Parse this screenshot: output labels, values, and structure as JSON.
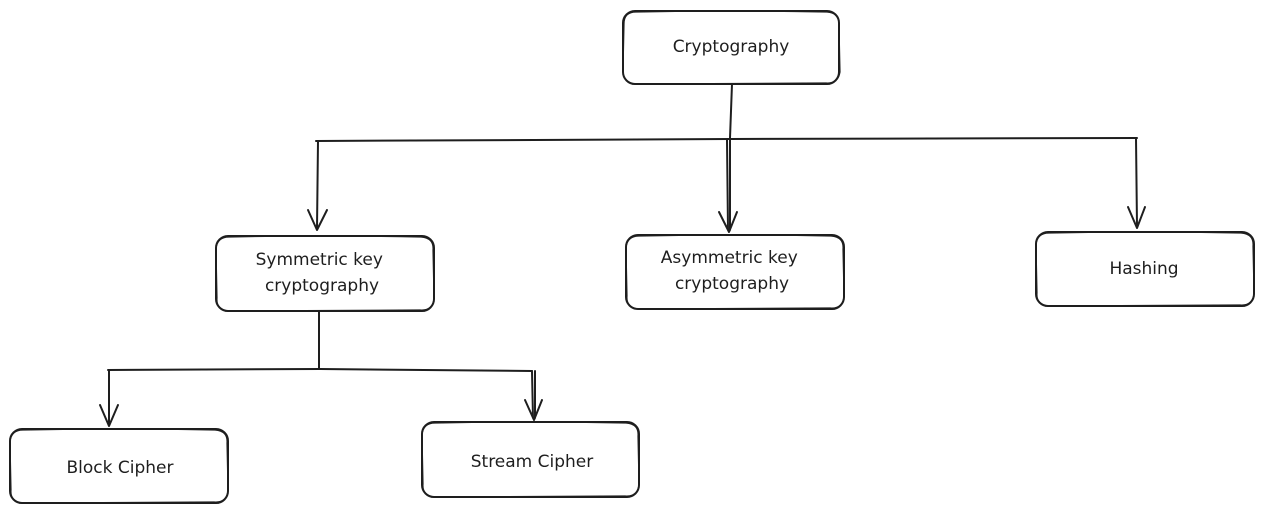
{
  "nodes": {
    "cryptography": {
      "lines": [
        "Cryptography"
      ]
    },
    "symmetric": {
      "lines": [
        "Symmetric key",
        "cryptography"
      ]
    },
    "asymmetric": {
      "lines": [
        "Asymmetric key",
        "cryptography"
      ]
    },
    "hashing": {
      "lines": [
        "Hashing"
      ]
    },
    "block_cipher": {
      "lines": [
        "Block Cipher"
      ]
    },
    "stream_cipher": {
      "lines": [
        "Stream Cipher"
      ]
    }
  }
}
